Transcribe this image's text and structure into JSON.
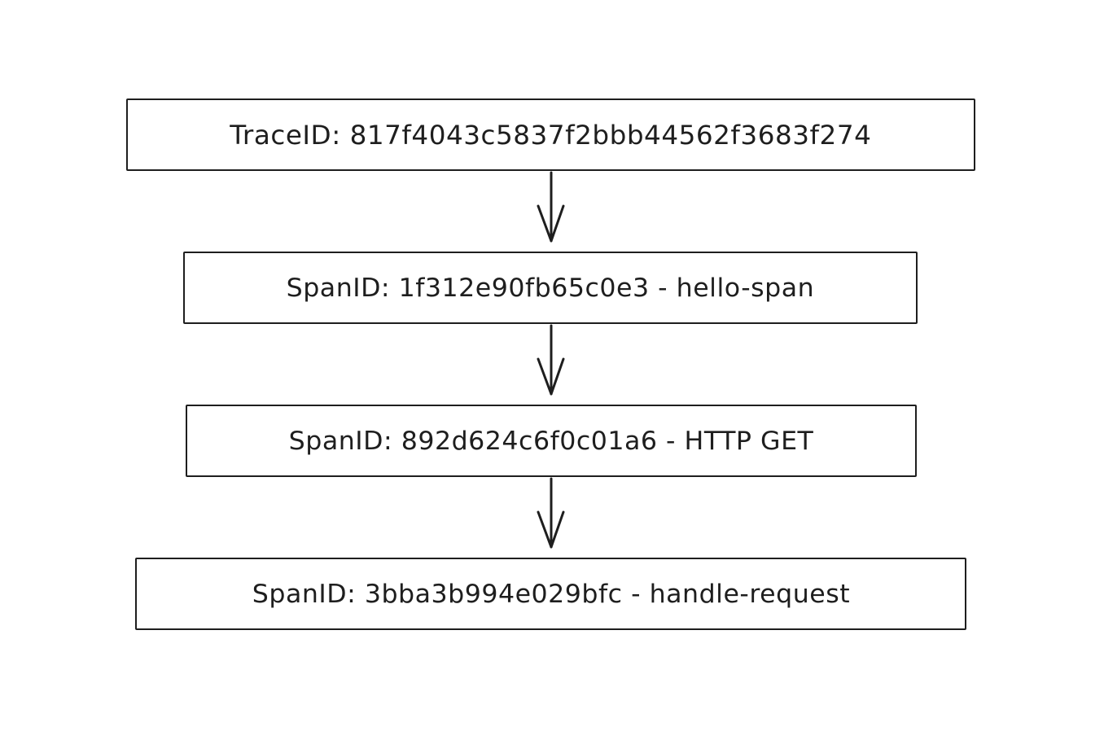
{
  "diagram": {
    "nodes": [
      {
        "id": "trace",
        "label": "TraceID: 817f4043c5837f2bbb44562f3683f274"
      },
      {
        "id": "span-1",
        "label": "SpanID: 1f312e90fb65c0e3 - hello-span"
      },
      {
        "id": "span-2",
        "label": "SpanID: 892d624c6f0c01a6 - HTTP GET"
      },
      {
        "id": "span-3",
        "label": "SpanID: 3bba3b994e029bfc - handle-request"
      }
    ],
    "edges": [
      {
        "from": "trace",
        "to": "span-1"
      },
      {
        "from": "span-1",
        "to": "span-2"
      },
      {
        "from": "span-2",
        "to": "span-3"
      }
    ],
    "colors": {
      "stroke": "#1e1e1e",
      "background": "#ffffff"
    }
  }
}
